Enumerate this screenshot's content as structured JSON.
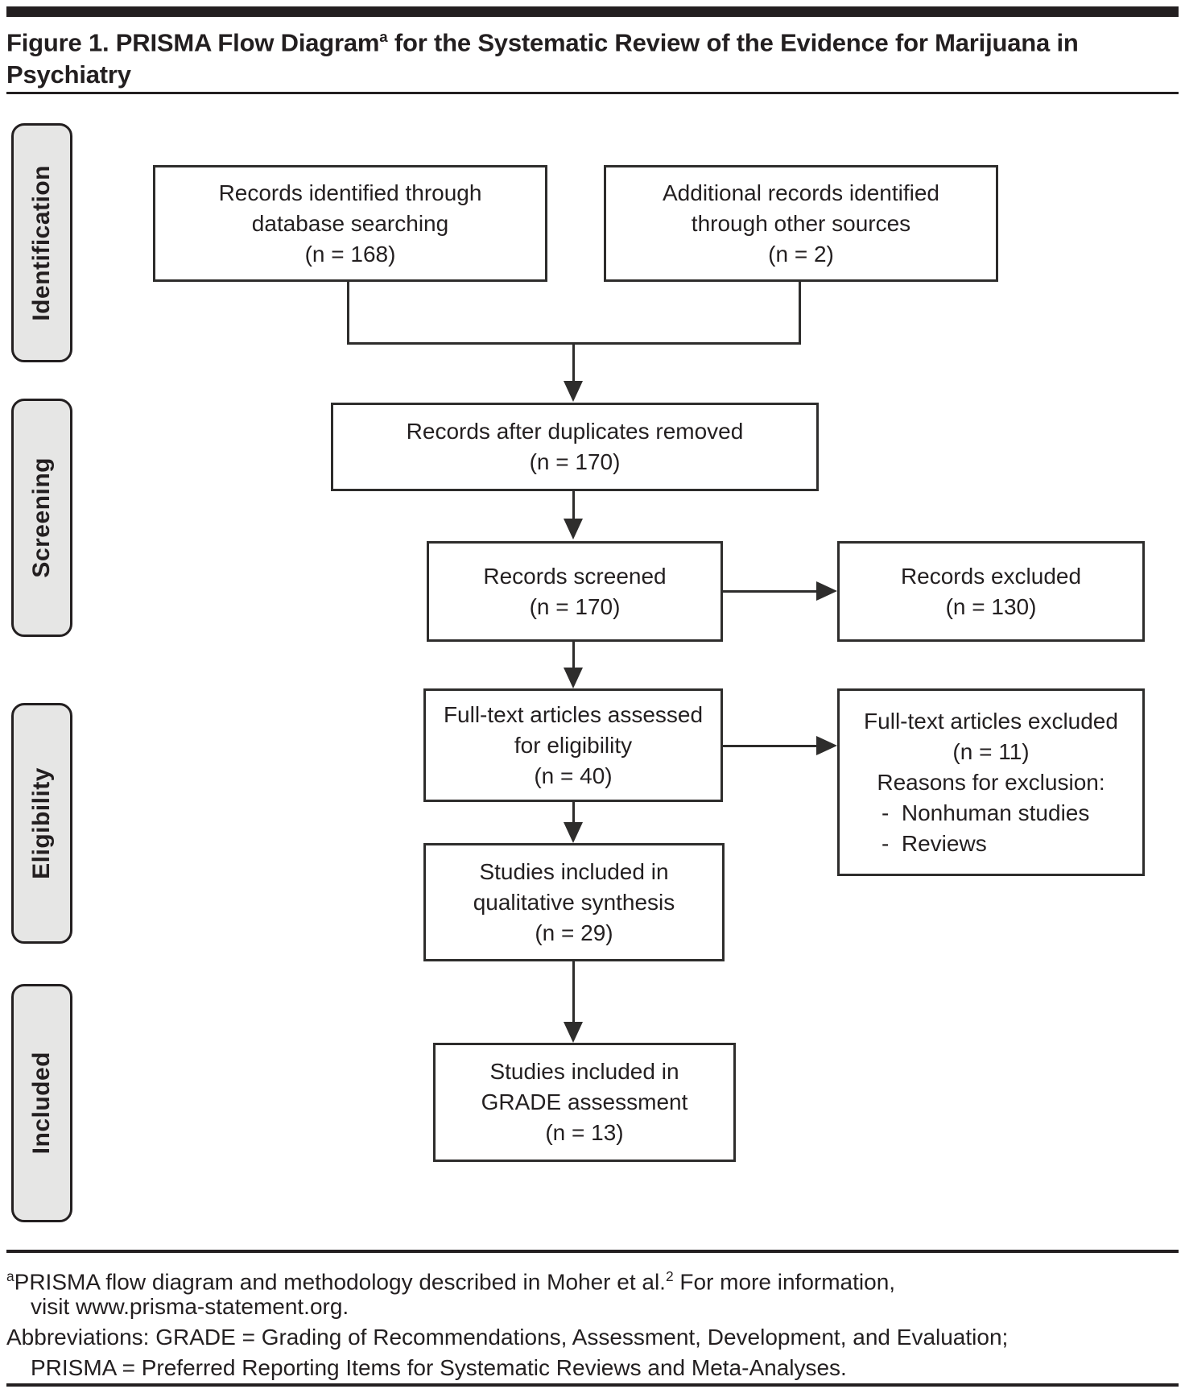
{
  "colors": {
    "ink": "#231f20",
    "line": "#2e2d2c",
    "stage_label_fill": "#e6e6e5",
    "background": "#ffffff"
  },
  "header": {
    "title_text": "Figure 1. PRISMA Flow Diagram",
    "title_sup": "a",
    "title_rest": " for the Systematic Review of the Evidence for Marijuana in Psychiatry"
  },
  "stage_labels": {
    "identification": "Identification",
    "screening": "Screening",
    "eligibility": "Eligibility",
    "included": "Included"
  },
  "boxes": {
    "records_identified": {
      "lines": [
        "Records identified through",
        "database searching",
        "(n = 168)"
      ]
    },
    "additional_records": {
      "lines": [
        "Additional records identified",
        "through other sources",
        "(n = 2)"
      ]
    },
    "after_duplicates": {
      "lines": [
        "Records after duplicates removed",
        "(n = 170)"
      ]
    },
    "records_screened": {
      "lines": [
        "Records screened",
        "(n = 170)"
      ]
    },
    "records_excluded": {
      "lines": [
        "Records excluded",
        "(n = 130)"
      ]
    },
    "fulltext_assessed": {
      "lines": [
        "Full-text articles assessed",
        "for eligibility",
        "(n = 40)"
      ]
    },
    "fulltext_excluded": {
      "lines": [
        "Full-text articles excluded",
        "(n = 11)",
        "Reasons for exclusion:"
      ],
      "reasons": [
        "-  Nonhuman studies",
        "-  Reviews"
      ]
    },
    "qualitative_synthesis": {
      "lines": [
        "Studies included in",
        "qualitative synthesis",
        "(n = 29)"
      ]
    },
    "grade_assessment": {
      "lines": [
        "Studies included in",
        "GRADE assessment",
        "(n = 13)"
      ]
    }
  },
  "footnotes": {
    "sup_a": "a",
    "line1": "PRISMA flow diagram and methodology described in Moher et al.",
    "sup_2": "2",
    "line1_cont": " For more information,",
    "line2": "visit www.prisma-statement.org.",
    "line3": "Abbreviations: GRADE = Grading of Recommendations, Assessment, Development, and Evaluation;",
    "line4": "PRISMA = Preferred Reporting Items for Systematic Reviews and Meta-Analyses."
  }
}
